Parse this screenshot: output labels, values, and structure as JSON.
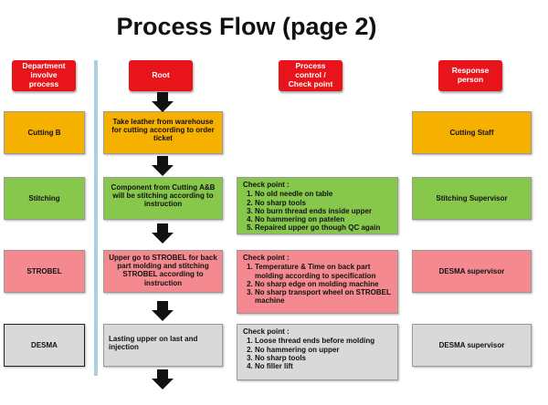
{
  "title": "Process Flow (page 2)",
  "headers": {
    "department": "Department involve process",
    "root": "Root",
    "process_control": "Process control / Check point",
    "response": "Response person"
  },
  "rows": [
    {
      "department": "Cutting B",
      "root": "Take leather from warehouse for cutting according to order ticket",
      "response": "Cutting Staff"
    },
    {
      "department": "Stitching",
      "root": "Component from Cutting A&B will be stitching according to instruction",
      "check_title": "Check point :",
      "checks": [
        "No old needle on table",
        "No sharp tools",
        "No burn thread ends inside upper",
        "No hammering on patelen",
        "Repaired upper go though QC again"
      ],
      "response": "Stitching Supervisor"
    },
    {
      "department": "STROBEL",
      "root": "Upper go to STROBEL for back part molding and stitching STROBEL according to instruction",
      "check_title": "Check point :",
      "checks": [
        "Temperature & Time on back part molding according to specification",
        "No sharp edge on molding machine",
        "No sharp transport wheel on STROBEL machine"
      ],
      "response": "DESMA supervisor"
    },
    {
      "department": "DESMA",
      "root": "Lasting upper on last and injection",
      "check_title": "Check point :",
      "checks": [
        "Loose thread ends before molding",
        "No hammering on upper",
        "No sharp tools",
        "No filler lift"
      ],
      "response": "DESMA supervisor"
    }
  ],
  "colors": {
    "header_red": "#e8141b",
    "cutting_orange": "#f6b000",
    "stitching_green": "#87c84c",
    "strobel_pink": "#f48a8f",
    "desma_grey": "#d9d9d9",
    "divider_blue": "#a9cfe0"
  }
}
